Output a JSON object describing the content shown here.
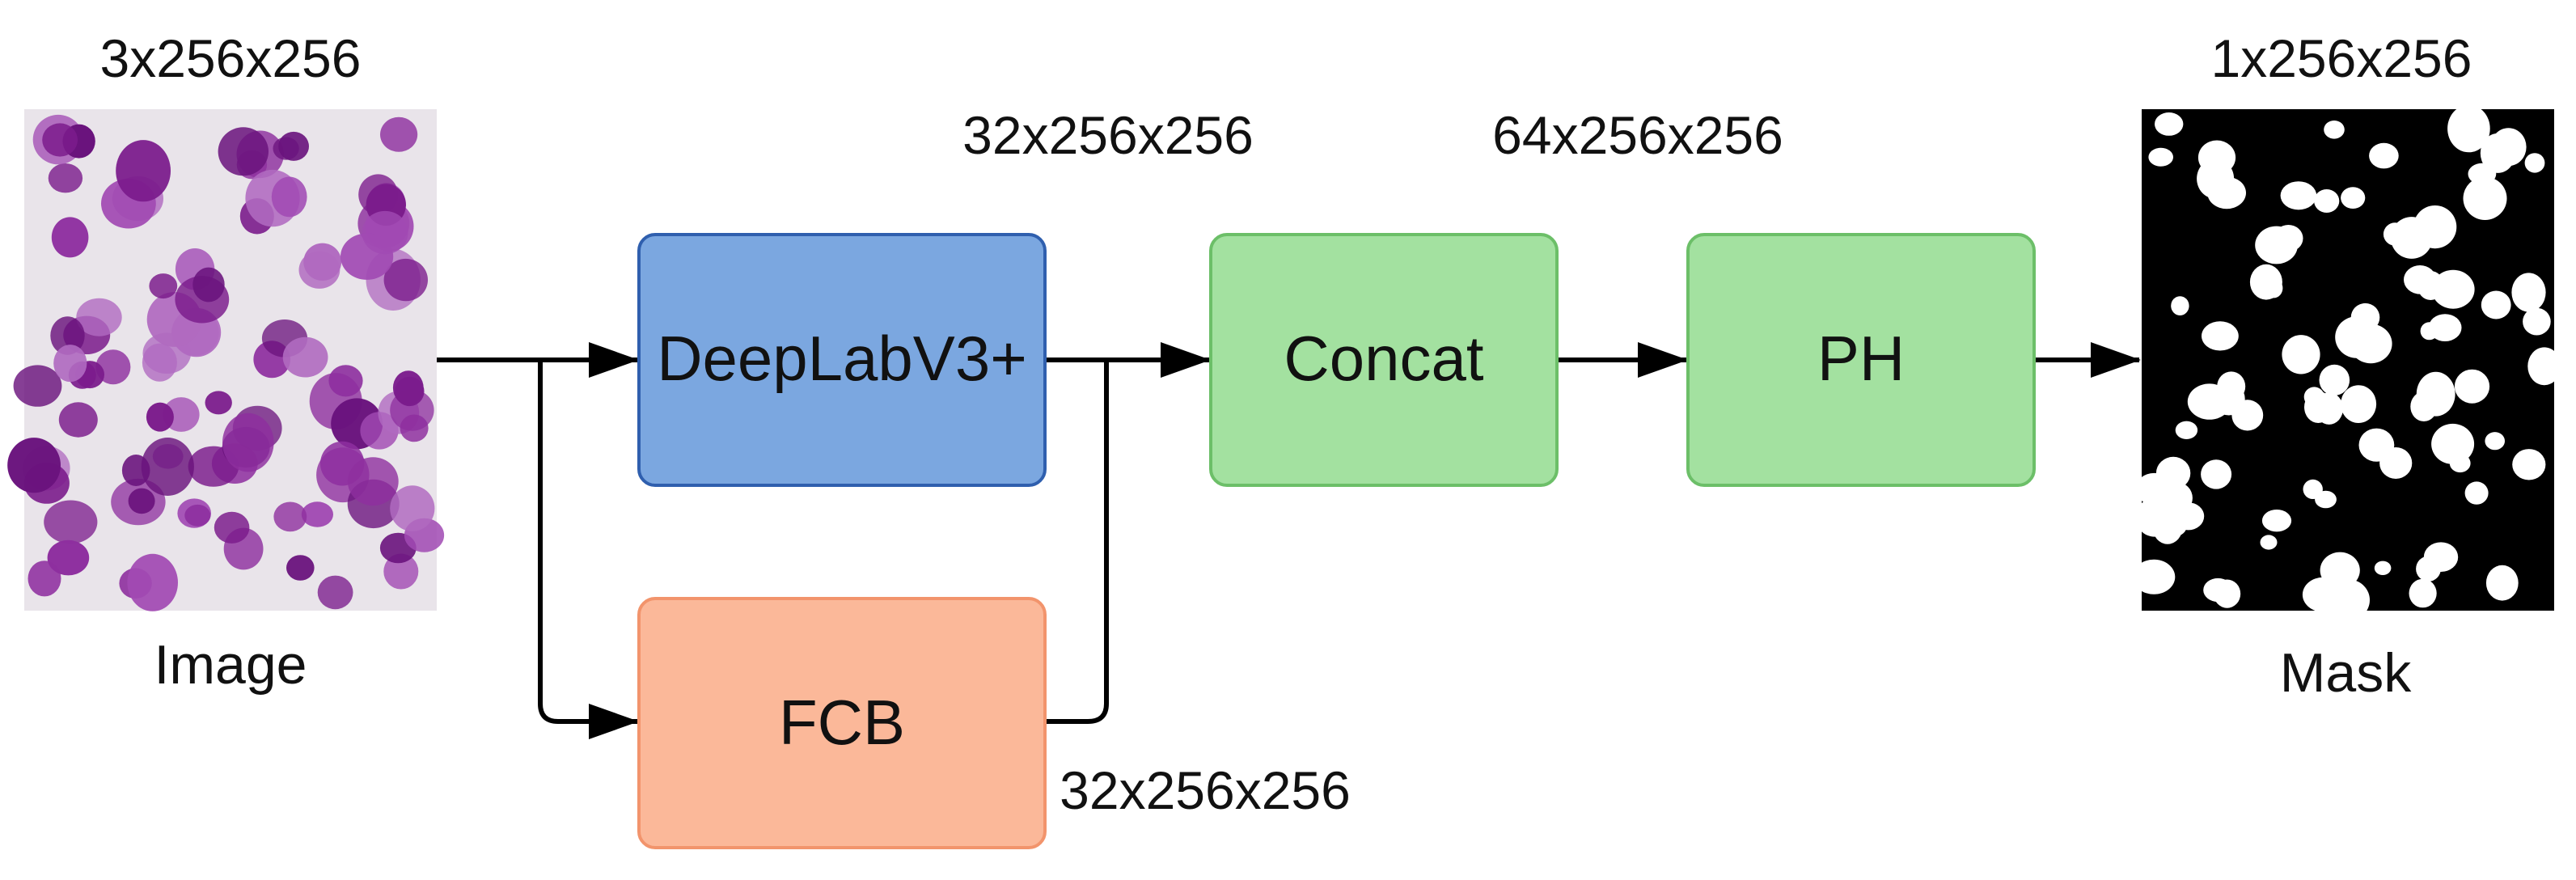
{
  "input": {
    "dims": "3x256x256",
    "caption": "Image",
    "tint": "#e9e4ea",
    "cell_colors": [
      "#7b1c8c",
      "#8e2f9f",
      "#a14ab3",
      "#6a137d",
      "#b06ac0"
    ]
  },
  "blocks": {
    "deeplab": {
      "label": "DeepLabV3+",
      "fill": "#7ba7e0",
      "stroke": "#2f5fae"
    },
    "fcb": {
      "label": "FCB",
      "fill": "#fbb899",
      "stroke": "#f2946c"
    },
    "concat": {
      "label": "Concat",
      "fill": "#a3e1a0",
      "stroke": "#6cbf68"
    },
    "ph": {
      "label": "PH",
      "fill": "#a3e1a0",
      "stroke": "#6cbf68"
    }
  },
  "edge_dims": {
    "deeplab_out": "32x256x256",
    "fcb_out": "32x256x256",
    "concat_out": "64x256x256"
  },
  "output": {
    "dims": "1x256x256",
    "caption": "Mask"
  }
}
